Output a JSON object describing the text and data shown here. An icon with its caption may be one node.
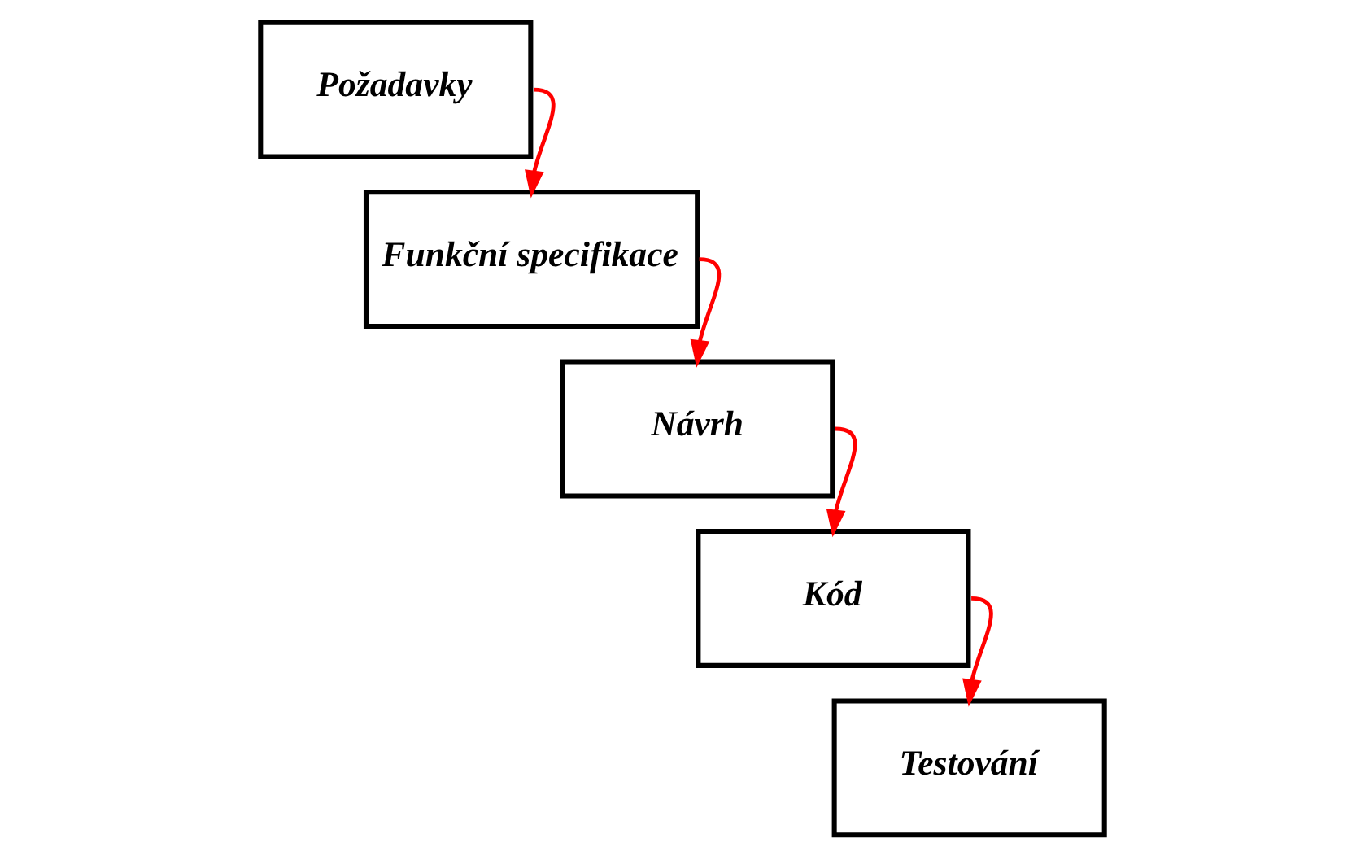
{
  "diagram": {
    "nodes": [
      {
        "text": [
          "Požadavky"
        ]
      },
      {
        "text": [
          "Funkční specifikace"
        ]
      },
      {
        "text": [
          "Návrh"
        ]
      },
      {
        "text": [
          "Kód"
        ]
      },
      {
        "text": [
          "Testování"
        ]
      }
    ],
    "edges": [
      {
        "from": 0,
        "to": 1,
        "arrow": "to"
      },
      {
        "from": 1,
        "to": 2,
        "arrow": "to"
      },
      {
        "from": 2,
        "to": 3,
        "arrow": "to"
      },
      {
        "from": 3,
        "to": 4,
        "arrow": "to"
      }
    ]
  }
}
